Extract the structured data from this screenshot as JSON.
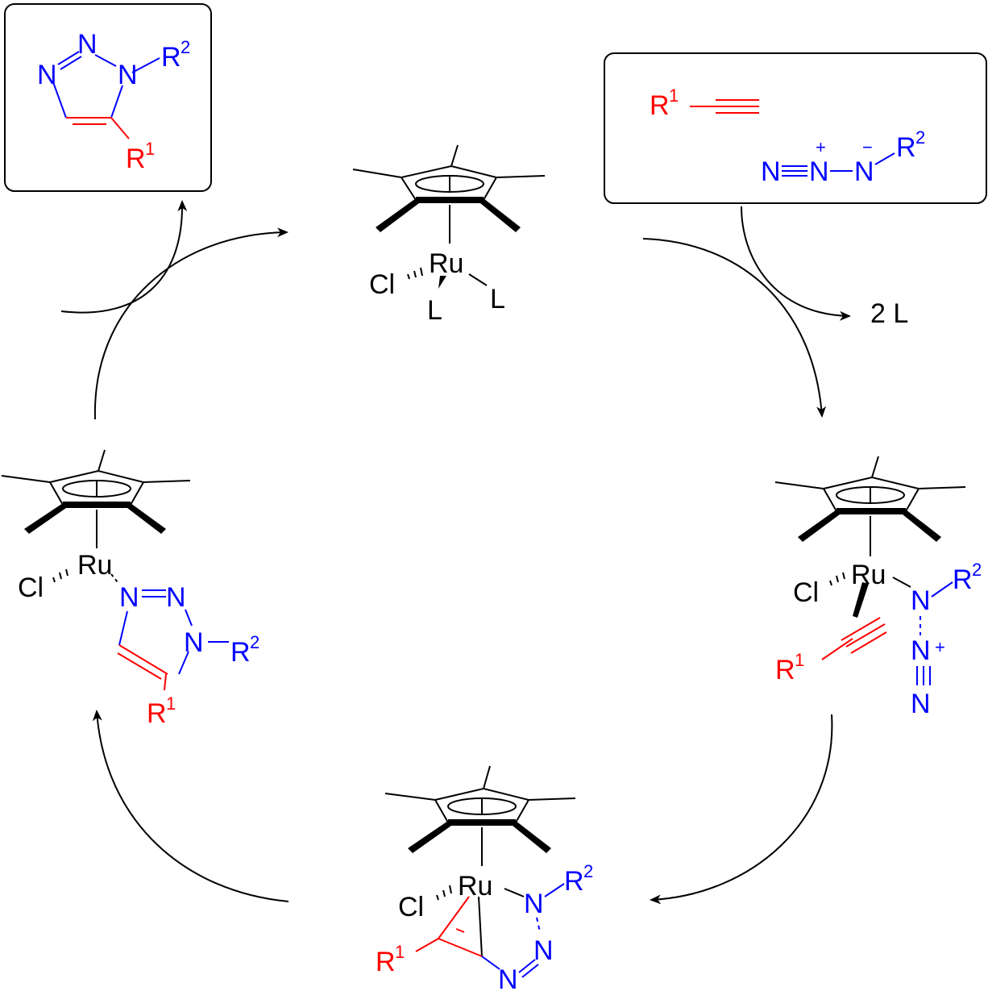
{
  "colors": {
    "bond": "#000000",
    "alkyne": "#ff0000",
    "azide": "#0000ff"
  },
  "catalyst": {
    "metal": "Ru",
    "chloride": "Cl",
    "ligand": "L"
  },
  "reactants": {
    "alkyne_R": "R",
    "alkyne_R_sup": "1",
    "azide_N": "N",
    "azide_R": "R",
    "azide_R_sup": "2",
    "plus": "+",
    "minus": "−"
  },
  "released_ligands": "2 L",
  "product": {
    "N": "N",
    "R1": "R",
    "R1_sup": "1",
    "R2": "R",
    "R2_sup": "2"
  },
  "common": {
    "Ru": "Ru",
    "Cl": "Cl",
    "N": "N",
    "R": "R",
    "sup1": "1",
    "sup2": "2",
    "plus": "+"
  }
}
